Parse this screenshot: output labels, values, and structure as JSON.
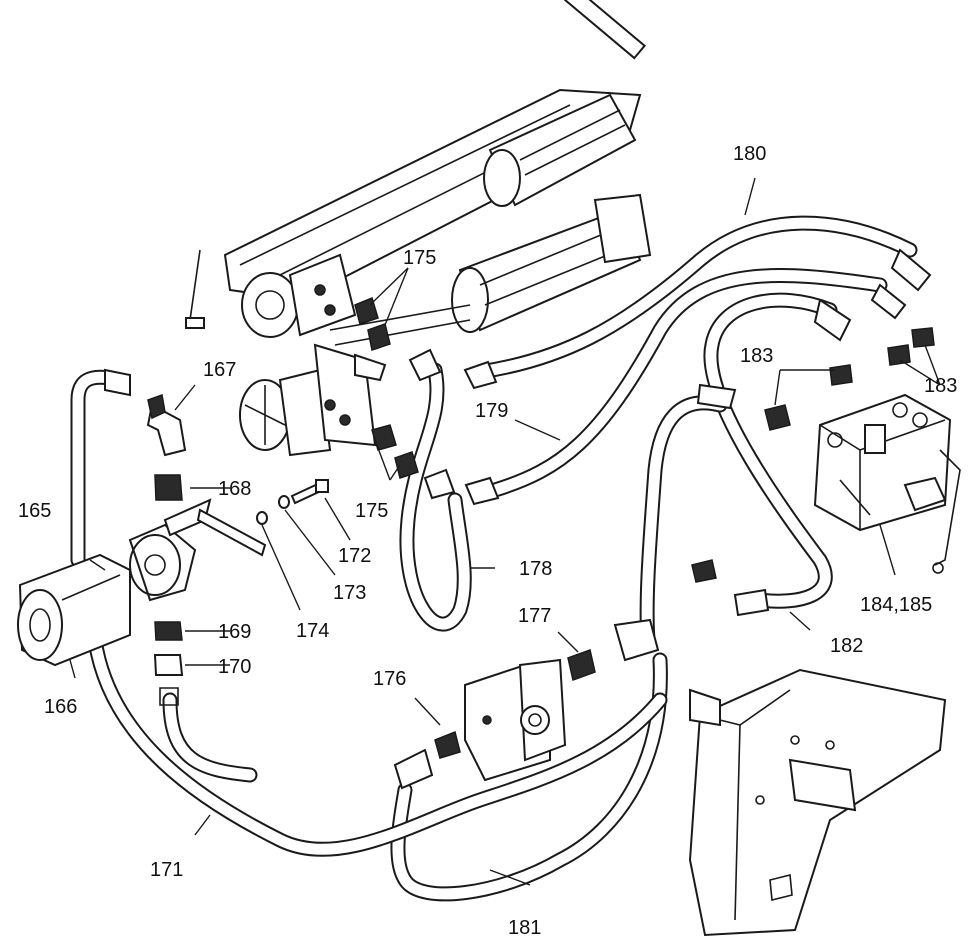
{
  "callouts": {
    "c165": "165",
    "c166": "166",
    "c167": "167",
    "c168": "168",
    "c169": "169",
    "c170": "170",
    "c171": "171",
    "c172": "172",
    "c173": "173",
    "c174": "174",
    "c175a": "175",
    "c175b": "175",
    "c176": "176",
    "c177": "177",
    "c178": "178",
    "c179": "179",
    "c180": "180",
    "c181": "181",
    "c182": "182",
    "c183a": "183",
    "c183b": "183",
    "c184_185": "184,185"
  },
  "colors": {
    "line": "#1a1a1a",
    "background": "#ffffff"
  }
}
